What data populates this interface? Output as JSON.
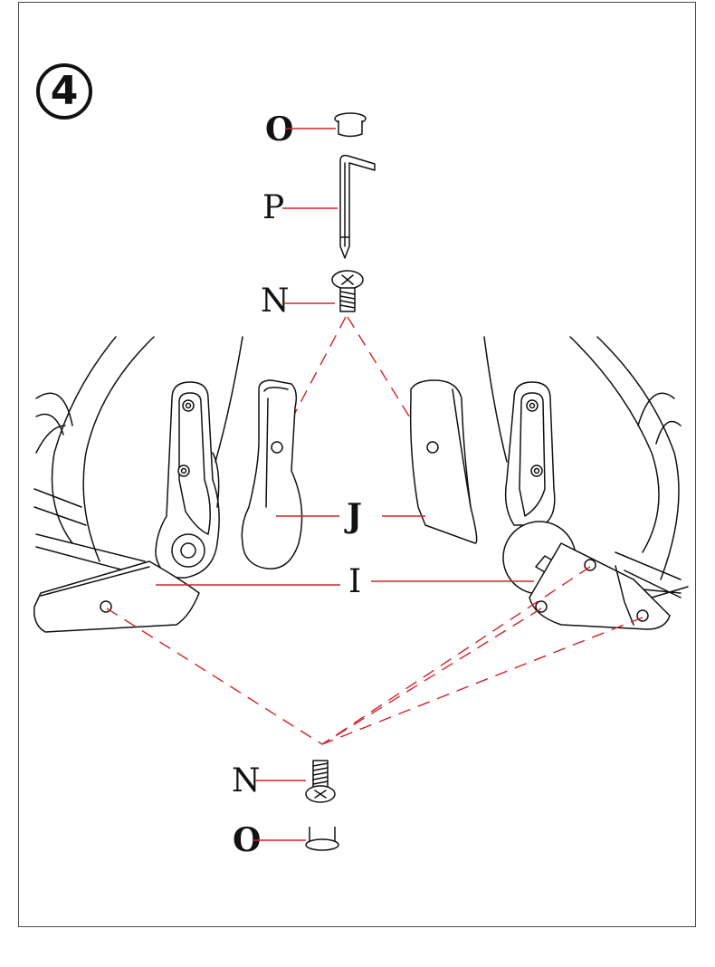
{
  "step": {
    "number": "4"
  },
  "parts": {
    "O_top": "O",
    "P": "P",
    "N_top": "N",
    "J": "J",
    "I": "I",
    "N_bottom": "N",
    "O_bottom": "O"
  },
  "colors": {
    "leader_line": "#d2232a",
    "outline": "#111111",
    "frame": "#4a4a4a"
  },
  "icons": [
    "cap-icon",
    "allen-key-icon",
    "screw-icon",
    "mechanism-bracket-icon",
    "armrest-icon"
  ]
}
